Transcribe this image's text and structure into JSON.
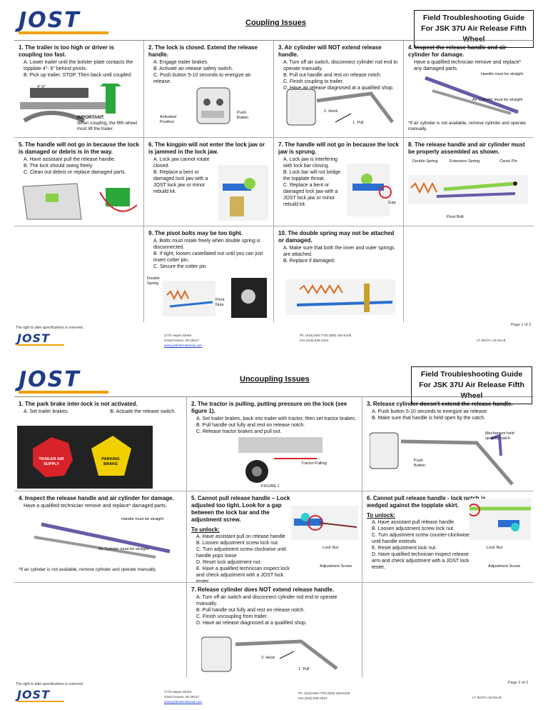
{
  "pages": [
    {
      "title": "Coupling Issues",
      "guide_line1": "Field Troubleshooting Guide",
      "guide_line2": "For JSK 37U Air Release Fifth Wheel",
      "logo": "JOST",
      "cells": [
        {
          "head": "1. The trailer is too high or driver is coupling too fast.",
          "items": [
            "A. Lower trailer until the bolster plate contacts the topplate 4\"- 6\" behind pivots.",
            "B. Pick up trailer. STOP. Then back until coupled."
          ],
          "notes": [
            "IMPORTANT:",
            "When coupling, the fifth wheel must lift the trailer."
          ],
          "dim": "4\"-6\""
        },
        {
          "head": "2. The lock is closed. Extend the release handle.",
          "items": [
            "A. Engage trailer brakes.",
            "B. Activate air release safety switch.",
            "C. Push button 5-10 seconds to energize air release."
          ],
          "labels": [
            "Activated Position",
            "Push Button"
          ]
        },
        {
          "head": "3. Air cylinder will NOT extend release handle.",
          "items": [
            "A. Turn off air switch, disconnect cylinder rod end to operate manually.",
            "B. Pull out handle and rest on release notch.",
            "C. Finish coupling to trailer.",
            "D. Have air release diagnosed at a qualified shop."
          ],
          "labels": [
            "2. Hook",
            "1. Pull"
          ]
        },
        {
          "head": "4. Inspect the release handle and air cylinder for damage.",
          "items": [
            "Have a qualified technician remove and replace* any damaged parts."
          ],
          "labels": [
            "Handle must be straight",
            "Air Cylinder must be straight"
          ],
          "footnote": "*If air cylinder is not available, remove cylinder and operate manually."
        },
        {
          "head": "5. The handle will not go in because the lock is damaged or debris is in the way.",
          "items": [
            "A. Have assistant pull the release handle.",
            "B. The lock should swing freely.",
            "C. Clean out debris or replace damaged parts."
          ]
        },
        {
          "head": "6. The kingpin will not enter the lock jaw or is jammed in the lock jaw.",
          "items": [
            "A. Lock jaw cannot rotate closed.",
            "B. Replace a bent or damaged lock jaw with a JOST lock jaw or minor rebuild kit."
          ]
        },
        {
          "head": "7. The handle will not go in because the lock jaw is sprung.",
          "items": [
            "A. Lock jaw is interfering with lock bar closing.",
            "B. Lock bar will not bridge the topplate throat.",
            "C. Replace a bent or damaged lock jaw with a JOST lock jaw or minor rebuild kit."
          ],
          "labels": [
            "Gap"
          ]
        },
        {
          "head": "8. The release handle and air cylinder must be properly assembled as shown.",
          "items": [],
          "labels": [
            "Double Spring",
            "Extension Spring",
            "Clevis Pin",
            "Pivot Bolt"
          ]
        },
        {
          "head": "9. The pivot bolts may be too tight.",
          "items": [
            "A. Bolts must rotate freely when double spring is disconnected.",
            "B. If tight, loosen castellated nut until you can just insert cotter pin.",
            "C. Secure the cotter pin."
          ],
          "labels": [
            "Double Spring",
            "Pivot Nuts"
          ]
        },
        {
          "head": "10. The double spring may not be attached or damaged.",
          "items": [
            "A. Make sure that both the inner and outer springs are attached.",
            "B. Replace if damaged."
          ]
        }
      ],
      "rights": "The right to alter specifications is reserved.",
      "page_no": "Page 1 of 2",
      "addr1": "1770 Hayes Street",
      "addr2": "Grand Haven, MI 49417",
      "web": "www.jostinternational.com",
      "ph": "Ph. (616) 846-7700 (800) 253-5105",
      "fax": "Fax (616) 846-3313",
      "doc_id": "LT SK07A-18 Rev.B"
    },
    {
      "title": "Uncoupling Issues",
      "guide_line1": "Field Troubleshooting Guide",
      "guide_line2": "For JSK 37U Air Release Fifth Wheel",
      "logo": "JOST",
      "cells": [
        {
          "head": "1. The park brake inter-lock is not activated.",
          "items": [
            "A. Set trailer brakes.",
            "B. Actuate the release switch."
          ],
          "labels": [
            "TRAILER AIR SUPPLY",
            "PARKING BRAKE"
          ]
        },
        {
          "head": "2. The tractor is pulling, putting pressure on the lock (see figure 1).",
          "items": [
            "A. Set trailer brakes, back into trailer with tractor, then set tractor brakes.",
            "B. Pull handle out fully and rest on release notch.",
            "C. Release tractor brakes and pull out."
          ],
          "labels": [
            "Tractor Pulling",
            "FIGURE 1"
          ]
        },
        {
          "head": "3. Release cylinder doesn't extend the release handle.",
          "items": [
            "A. Push button 5-10 seconds to energize air release.",
            "B. Make sure that handle is held open by the catch."
          ],
          "labels": [
            "Push Button",
            "Mechanism held open by catch"
          ]
        },
        {
          "head": "4. Inspect the release handle and air cylinder for damage.",
          "items": [
            "Have a qualified technician remove and replace* damaged parts."
          ],
          "labels": [
            "Handle must be straight",
            "Air Cylinder must be straight"
          ],
          "footnote": "*If air cylinder is not available, remove cylinder and operate manually."
        },
        {
          "head": "5. Cannot pull release handle – Lock adjusted too tight. Look for a gap between the lock bar and the adjustment screw.",
          "unlock": "To unlock:",
          "items": [
            "A. Have assistant pull on release handle",
            "B. Loosen adjustment screw lock nut.",
            "C. Turn adjustment screw clockwise until handle pops loose",
            "D. Reset lock adjustment nut.",
            "E. Have a qualified technician inspect lock and check adjustment with a JOST lock tester."
          ],
          "labels": [
            "Lock Nut",
            "Adjustment Screw"
          ]
        },
        {
          "head": "6. Cannot pull release handle - lock notch is wedged against the topplate skirt.",
          "unlock": "To unlock:",
          "items": [
            "A. Have assistant pull release handle.",
            "B. Loosen adjustment screw lock nut.",
            "C. Turn adjustment screw counter-clockwise until handle extends",
            "E. Reset adjustment lock nut.",
            "D. Have qualified technician inspect release arm and check adjustment with a JOST lock tester."
          ],
          "labels": [
            "Lock Nut",
            "Adjustment Screw"
          ]
        },
        {
          "head": "7. Release cylinder does NOT extend release handle.",
          "items": [
            "A. Turn off air switch and disconnect cylinder rod end to operate manually.",
            "B. Pull handle out fully and rest on release notch.",
            "C. Finish uncoupling from trailer.",
            "D. Have air release diagnosed at a qualified shop."
          ],
          "labels": [
            "2. Hook",
            "1. Pull"
          ]
        }
      ],
      "rights": "The right to alter specifications is reserved.",
      "page_no": "Page 2 of 2",
      "addr1": "1770 Hayes Street",
      "addr2": "Grand Haven, MI 49417",
      "web": "www.jostinternational.com",
      "ph": "Ph. (616) 846-7700 (800) 253-5105",
      "fax": "Fax (616) 846-3313",
      "doc_id": "LT SK07A-18 Rev.B"
    }
  ],
  "colors": {
    "logo_blue": "#1f3c88",
    "logo_orange": "#f0a000",
    "arrow_green": "#2aa83a",
    "part_green": "#8ad14a",
    "part_purple": "#6a5aa8",
    "spring_orange": "#d96a1e",
    "mark_red": "#d9232a",
    "pin_blue": "#2a6fd0"
  }
}
